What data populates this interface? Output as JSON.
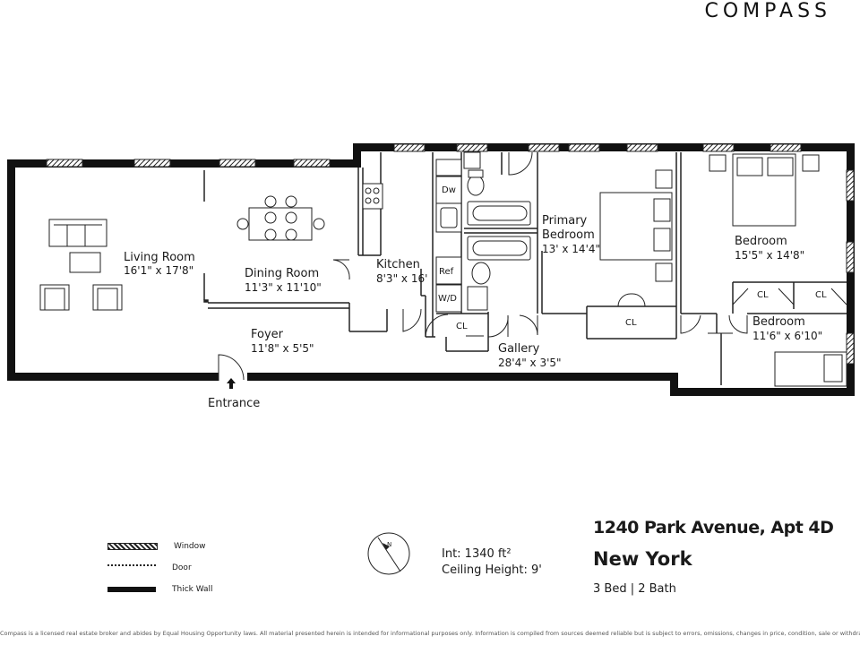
{
  "brand": {
    "logo_text": "COMPASS"
  },
  "rooms": {
    "living": {
      "name": "Living Room",
      "dims": "16'1\" x 17'8\""
    },
    "dining": {
      "name": "Dining Room",
      "dims": "11'3\" x 11'10\""
    },
    "foyer": {
      "name": "Foyer",
      "dims": "11'8\" x 5'5\""
    },
    "kitchen": {
      "name": "Kitchen",
      "dims": "8'3\" x 16'"
    },
    "primary": {
      "name_line1": "Primary",
      "name_line2": "Bedroom",
      "dims": "13' x 14'4\""
    },
    "bedroom1": {
      "name": "Bedroom",
      "dims": "15'5\" x 14'8\""
    },
    "bedroom2": {
      "name": "Bedroom",
      "dims": "11'6\" x 6'10\""
    },
    "gallery": {
      "name": "Gallery",
      "dims": "28'4\" x 3'5\""
    },
    "entrance": {
      "name": "Entrance"
    }
  },
  "fixtures": {
    "dw": "Dw",
    "ref": "Ref",
    "wd": "W/D",
    "closet": "CL"
  },
  "legend": {
    "window": "Window",
    "door": "Door",
    "wall": "Thick Wall"
  },
  "info": {
    "interior": "Int: 1340 ft²",
    "ceiling": "Ceiling Height: 9'"
  },
  "listing": {
    "address": "1240 Park Avenue, Apt 4D",
    "city": "New York",
    "beds_baths": "3 Bed | 2 Bath"
  },
  "disclaimer": "Compass is a licensed real estate broker and abides by Equal Housing Opportunity laws. All material presented herein is intended for informational purposes only. Information is compiled from sources deemed reliable but is subject to errors, omissions, changes in price, condition, sale or withdrawal without notice. No statement is made as to accuracy of any description. All measurements and square footages are approximate. Exact dimensions can be obtained by retaining the services of an architect or engineer. This is not intended to solicit property already listed.",
  "colors": {
    "wall": "#111111",
    "line": "#222222",
    "background": "#ffffff"
  }
}
